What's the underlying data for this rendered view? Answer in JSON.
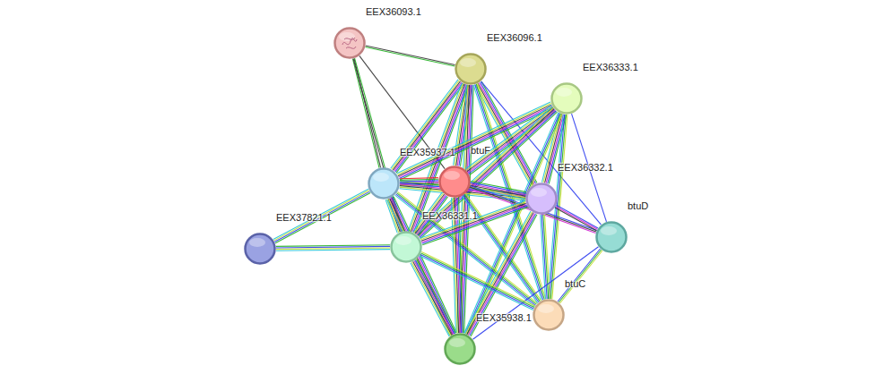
{
  "diagram": {
    "nodes": [
      {
        "text": [
          "EEX36093.1"
        ]
      },
      {
        "text": [
          "EEX36096.1"
        ]
      },
      {
        "text": [
          "EEX36333.1"
        ]
      },
      {
        "text": [
          "EEX35937.1"
        ]
      },
      {
        "text": [
          "btuF"
        ]
      },
      {
        "text": [
          "EEX36332.1"
        ]
      },
      {
        "text": [
          "btuD"
        ]
      },
      {
        "text": [
          "EEX37821.1"
        ]
      },
      {
        "text": [
          "EEX36331.1"
        ]
      },
      {
        "text": [
          "btuC"
        ]
      },
      {
        "text": [
          "EEX35938.1"
        ]
      }
    ],
    "edges": [
      {
        "from": 0,
        "to": 3,
        "arrow": "none"
      },
      {
        "from": 0,
        "to": 8,
        "arrow": "none"
      },
      {
        "from": 0,
        "to": 1,
        "arrow": "none"
      },
      {
        "from": 0,
        "to": 4,
        "arrow": "none"
      },
      {
        "from": 1,
        "to": 3,
        "arrow": "none"
      },
      {
        "from": 1,
        "to": 4,
        "arrow": "none"
      },
      {
        "from": 1,
        "to": 8,
        "arrow": "none"
      },
      {
        "from": 1,
        "to": 5,
        "arrow": "none"
      },
      {
        "from": 1,
        "to": 10,
        "arrow": "none"
      },
      {
        "from": 1,
        "to": 9,
        "arrow": "none"
      },
      {
        "from": 1,
        "to": 6,
        "arrow": "none"
      },
      {
        "from": 2,
        "to": 3,
        "arrow": "none"
      },
      {
        "from": 2,
        "to": 4,
        "arrow": "none"
      },
      {
        "from": 2,
        "to": 8,
        "arrow": "none"
      },
      {
        "from": 2,
        "to": 5,
        "arrow": "none"
      },
      {
        "from": 2,
        "to": 6,
        "arrow": "none"
      },
      {
        "from": 2,
        "to": 10,
        "arrow": "none"
      },
      {
        "from": 2,
        "to": 9,
        "arrow": "none"
      },
      {
        "from": 3,
        "to": 4,
        "arrow": "none"
      },
      {
        "from": 3,
        "to": 5,
        "arrow": "none"
      },
      {
        "from": 3,
        "to": 8,
        "arrow": "none"
      },
      {
        "from": 3,
        "to": 7,
        "arrow": "none"
      },
      {
        "from": 3,
        "to": 10,
        "arrow": "none"
      },
      {
        "from": 3,
        "to": 9,
        "arrow": "none"
      },
      {
        "from": 4,
        "to": 5,
        "arrow": "none"
      },
      {
        "from": 4,
        "to": 6,
        "arrow": "none"
      },
      {
        "from": 4,
        "to": 8,
        "arrow": "none"
      },
      {
        "from": 4,
        "to": 10,
        "arrow": "none"
      },
      {
        "from": 4,
        "to": 9,
        "arrow": "none"
      },
      {
        "from": 5,
        "to": 6,
        "arrow": "none"
      },
      {
        "from": 5,
        "to": 8,
        "arrow": "none"
      },
      {
        "from": 5,
        "to": 10,
        "arrow": "none"
      },
      {
        "from": 5,
        "to": 9,
        "arrow": "none"
      },
      {
        "from": 6,
        "to": 10,
        "arrow": "none"
      },
      {
        "from": 6,
        "to": 9,
        "arrow": "none"
      },
      {
        "from": 7,
        "to": 8,
        "arrow": "none"
      },
      {
        "from": 8,
        "to": 10,
        "arrow": "none"
      },
      {
        "from": 8,
        "to": 9,
        "arrow": "none"
      }
    ]
  }
}
